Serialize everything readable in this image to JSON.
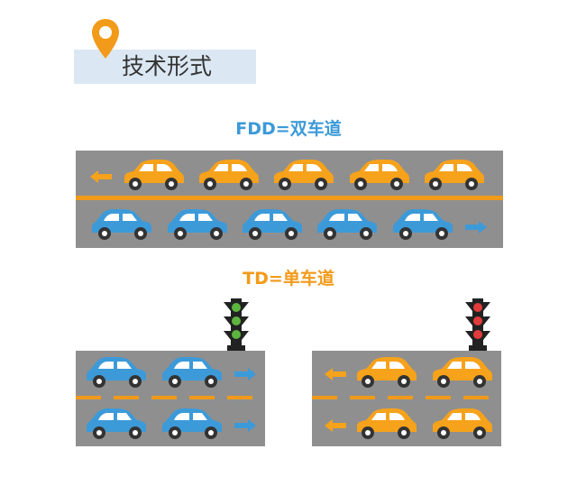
{
  "header": {
    "title": "技术形式",
    "pin_icon": "location-pin-icon"
  },
  "fdd": {
    "caption": "FDD=双车道"
  },
  "td": {
    "caption": "TD=单车道"
  },
  "colors": {
    "road": "#8f8f8f",
    "lane_marking": "#f29a1a",
    "orange_car": "#f7a21b",
    "blue_car": "#3c9ad9",
    "arrow_blue": "#3c9ad9",
    "arrow_orange": "#f7a21b",
    "fdd_caption": "#3c9ad9",
    "td_caption": "#f29a1a",
    "header_bg": "#dbe8f3",
    "pin": "#f29a1a",
    "light_green": "#5cb53f",
    "light_red": "#e23b3b"
  },
  "traffic_lights": {
    "left_state": "green",
    "right_state": "red"
  }
}
